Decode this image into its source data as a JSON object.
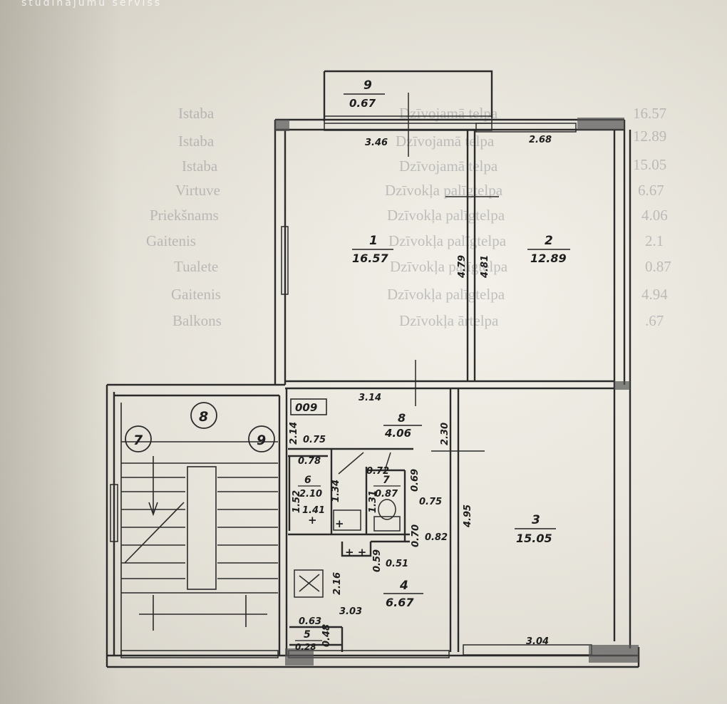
{
  "watermark": "studinajumu serviss",
  "rooms": [
    {
      "num": "9",
      "area": "0.67"
    },
    {
      "num": "1",
      "area": "16.57"
    },
    {
      "num": "2",
      "area": "12.89"
    },
    {
      "num": "3",
      "area": "15.05"
    },
    {
      "num": "8",
      "area": "4.06"
    },
    {
      "num": "6",
      "area": "2.10"
    },
    {
      "num": "7",
      "area": "0.87"
    },
    {
      "num": "4",
      "area": "6.67"
    },
    {
      "num": "5",
      "area": "0.28"
    }
  ],
  "dimensions": [
    "3.46",
    "2.68",
    "4.79",
    "4.81",
    "3.14",
    "2.30",
    "4.95",
    "0.75",
    "2.14",
    "0.78",
    "1.52",
    "1.41",
    "1.34",
    "0.72",
    "1.31",
    "0.69",
    "0.75",
    "0.70",
    "0.82",
    "0.59",
    "0.51",
    "2.16",
    "3.03",
    "0.63",
    "0.48",
    "3.04"
  ],
  "stair_markers": [
    "7",
    "8",
    "9"
  ],
  "box_label": "009",
  "ghost_names": [
    "Istaba",
    "Istaba",
    "Istaba",
    "Virtuve",
    "Priekšnams",
    "Gaitenis",
    "Tualete",
    "Gaitenis",
    "Balkons"
  ],
  "ghost_purposes": [
    "Dzīvojamā telpa",
    "Dzīvojamā telpa",
    "Dzīvojamā telpa",
    "Dzīvokļa palīgtelpa",
    "Dzīvokļa palīgtelpa",
    "Dzīvokļa palīgtelpa",
    "Dzīvokļa palīgtelpa",
    "Dzīvokļa palīgtelpa",
    "Dzīvokļa ārtelpa"
  ],
  "ghost_areas": [
    "16.57",
    "12.89",
    "15.05",
    "6.67",
    "4.06",
    "2.1",
    "0.87",
    "4.94",
    ".67"
  ]
}
